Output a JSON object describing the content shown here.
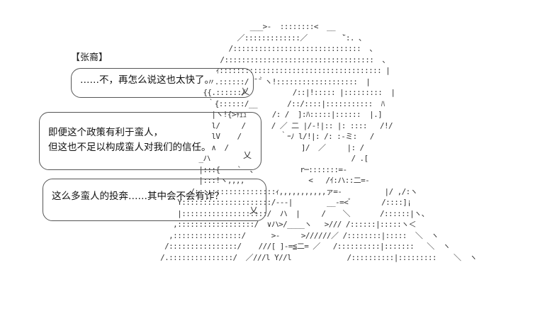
{
  "speaker": "【张裔】",
  "bubbles": [
    {
      "lines": [
        "……不，再怎么说这也太快了。"
      ]
    },
    {
      "lines": [
        "即便这个政策有利于蛮人，",
        "但这也不足以构成蛮人对我们的信任。"
      ]
    },
    {
      "lines": [
        "这么多蛮人的投奔……其中会不会有诈？"
      ]
    }
  ],
  "ascii_art": "                          ___>-  ::::::::<  __\n                       ／:::::::::::::／        ̄`:. 、\n                     /::::::::::::::::::::::::::::::  、\n                   /:::::::::::::::::::::::::::::::::::  、\n                  ｨ:::::::::::::::::::::::::::::::::::::: |\n                〃.::::::/ ̄ ̄｀ヽ!:::::::::::::::::::  |\n               {{.::::::/           /::|!::::: |:::::::::  |\n                ｀{::::::/__       /::/::::|:::::::::::  ﾊ\n                 |ヽ!{>ｬｪｭ      /: /  ]:ﾊ:::::|::::::  |.]\n                 l/     /      / ／ 二 |/-!|:: |: ::::   /!/\n                 lV    /         ｀ｰﾉ l/!|: /: :-ミ:   /\n                 ∧  /                 ]/  ／     |: /\n              _ハ                                 / .[\n              |:::{    `  、          r─:::::::=-\n              |:::!ヽ,,,,               <   /ｲ:ハ::二=-\n          __/:::::::::::::::::::ｨ,,,,,,,,,,,ァ=-          |/ ,/:ヽ\n         Y:::::::::::::::::::::/---|        __-=<ﾞ       /::::]¡\n         |::::::::::::::::::::/  ハ  |     /    ＼       /::::::|ヽ、\n        ,::::::::::::::::::/  ∨ハ>/____ヽ   >/// /::::::|:::::ヽ＜\n       ,::::::::::::::::/      >-     >//////／ /::::::::|:::::  ＼  ヽ\n      /::::::::::::::::/    ///[ ]-=≦二= ／   /::::::::::|:::::::   ＼  ヽ\n     /.:::::::::::::::/  ／///l Y//l             /::::::::::|:::::::::    ＼  ヽ"
}
